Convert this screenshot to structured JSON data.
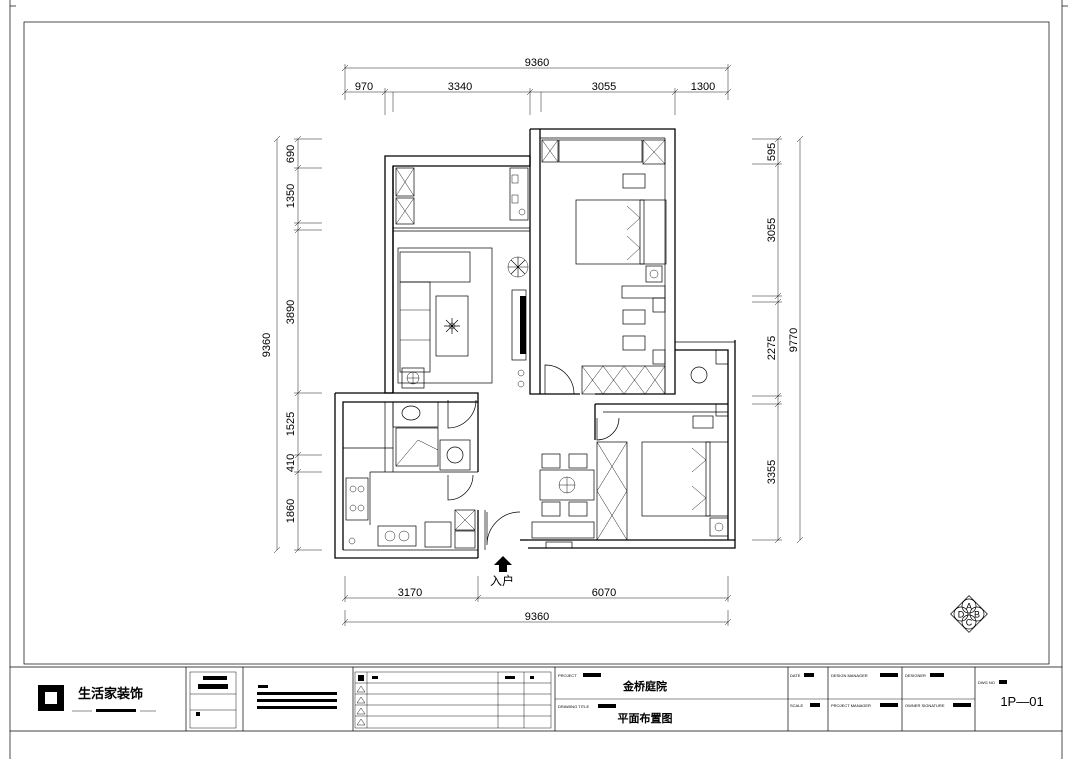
{
  "drawing": {
    "top_dims": [
      "9360",
      "970",
      "3340",
      "3055",
      "1300"
    ],
    "bottom_dims": [
      "3170",
      "6070",
      "9360"
    ],
    "left_dims": [
      "690",
      "1350",
      "3890",
      "1525",
      "410",
      "1860"
    ],
    "left_total": "9360",
    "right_dims": [
      "595",
      "3055",
      "2275",
      "3355"
    ],
    "right_total": "9770",
    "entrance_label": "入户",
    "compass": [
      "A",
      "B",
      "C",
      "D"
    ]
  },
  "title_block": {
    "company_name": "生活家装饰",
    "project_value": "金桥庭院",
    "drawing_title_value": "平面布置图",
    "labels": {
      "project": "PROJECT",
      "drawing_title": "DRAWING TITLE",
      "date": "DATE",
      "scale": "SCALE",
      "design_manager": "DESIGN MANAGER",
      "project_manager": "PROJECT MANAGER",
      "designer": "DESIGNER",
      "owner_signature": "OWNER SIGNATURE",
      "dwg_no": "DWG NO"
    },
    "dwg_no_value": "1P—01"
  }
}
